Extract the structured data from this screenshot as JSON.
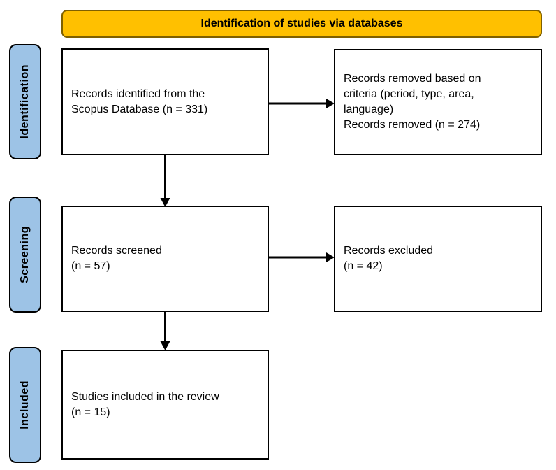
{
  "header": {
    "title": "Identification of studies via databases"
  },
  "stages": [
    {
      "label": "Identification"
    },
    {
      "label": "Screening"
    },
    {
      "label": "Included"
    }
  ],
  "boxes": {
    "identified": "Records identified from the\nScopus Database (n = 331)",
    "removed": "Records removed based on\ncriteria (period, type, area,\nlanguage)\nRecords removed (n = 274)",
    "screened": "Records screened\n(n = 57)",
    "excluded": "Records excluded\n(n = 42)",
    "included": "Studies included in the review\n(n = 15)"
  },
  "counts": {
    "identified": 331,
    "removed": 274,
    "screened": 57,
    "excluded": 42,
    "included": 15
  },
  "colors": {
    "header_fill": "#FFC000",
    "header_border": "#7F6000",
    "stage_fill": "#9DC3E6",
    "stage_border": "#000000",
    "box_fill": "#FFFFFF",
    "box_border": "#000000",
    "arrow": "#000000"
  }
}
